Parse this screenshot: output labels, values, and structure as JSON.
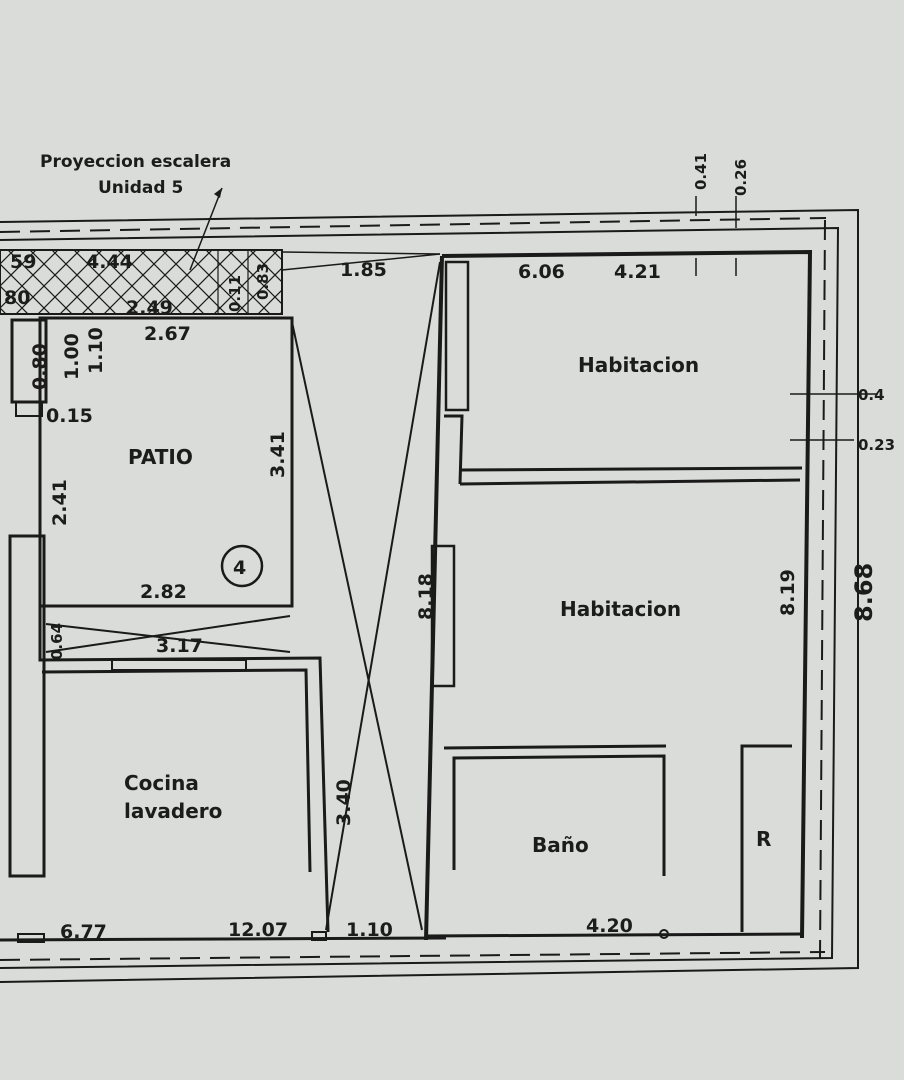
{
  "annotation": {
    "line1": "Proyeccion escalera",
    "line2": "Unidad 5"
  },
  "rooms": {
    "patio": "PATIO",
    "habitacion_1": "Habitacion",
    "habitacion_2": "Habitacion",
    "cocina_line1": "Cocina",
    "cocina_line2": "lavadero",
    "bano": "Baño",
    "r_mark": "R"
  },
  "unit_number": "4",
  "dimensions": {
    "top_041": "0.41",
    "top_026": "0.26",
    "right_04": "0.4",
    "right_023": "0.23",
    "d_459": "59",
    "d_444": "4.44",
    "d_080": "80",
    "d_011": "0.11",
    "d_083": "0.83",
    "d_185": "1.85",
    "d_606": "6.06",
    "d_421": "4.21",
    "d_249": "2.49",
    "d_267": "2.67",
    "d_080v": "0.80",
    "d_100": "1.00",
    "d_110v": "1.10",
    "d_015": "0.15",
    "d_341": "3.41",
    "d_241": "2.41",
    "d_282": "2.82",
    "d_064": "0.64",
    "d_317": "3.17",
    "d_818": "8.18",
    "d_819": "8.19",
    "d_868": "8.68",
    "d_340": "3.40",
    "d_677": "6.77",
    "d_1207": "12.07",
    "d_110": "1.10",
    "d_420": "4.20"
  },
  "colors": {
    "paper": "#d9dcd8",
    "ink": "#1a1a1a"
  }
}
